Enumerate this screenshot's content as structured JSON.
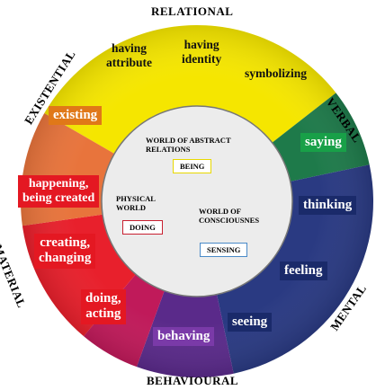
{
  "outer_labels": {
    "relational": "RELATIONAL",
    "verbal": "VERBAL",
    "mental": "MENTAL",
    "behavioural": "BEHAVIOURAL",
    "material": "MATERIAL",
    "existential": "EXISTENTIAL"
  },
  "yellow_labels": {
    "having_attribute": "having\nattribute",
    "having_identity": "having\nidentity",
    "symbolizing": "symbolizing"
  },
  "process_labels": {
    "existing": "existing",
    "saying": "saying",
    "thinking": "thinking",
    "feeling": "feeling",
    "seeing": "seeing",
    "behaving": "behaving",
    "doing_acting": "doing,\nacting",
    "creating_changing": "creating,\nchanging",
    "happening": "happening,\nbeing created"
  },
  "inner": {
    "abstract_world": "WORLD OF ABSTRACT\nRELATIONS",
    "being": "BEING",
    "physical_world": "PHYSICAL\nWORLD",
    "doing": "DOING",
    "consciousness_world": "WORLD OF\nCONSCIOUSNES",
    "sensing": "SENSING"
  },
  "colors": {
    "yellow": "#f5e600",
    "green": "#1e7a4a",
    "navy": "#2a3a82",
    "purple": "#5a2a8a",
    "magenta": "#c01a5a",
    "red": "#e8202c",
    "orange": "#e8743c",
    "inner_circle": "#ececec",
    "existing_pill": "#e07818",
    "saying_pill": "#18a048",
    "mental_pill": "#1a2a6a",
    "behaving_pill": "#7a3aa8",
    "material_pill": "#e41822",
    "being_box": "#e8d800",
    "doing_box": "#c82030",
    "sensing_box": "#4a8ac8"
  }
}
